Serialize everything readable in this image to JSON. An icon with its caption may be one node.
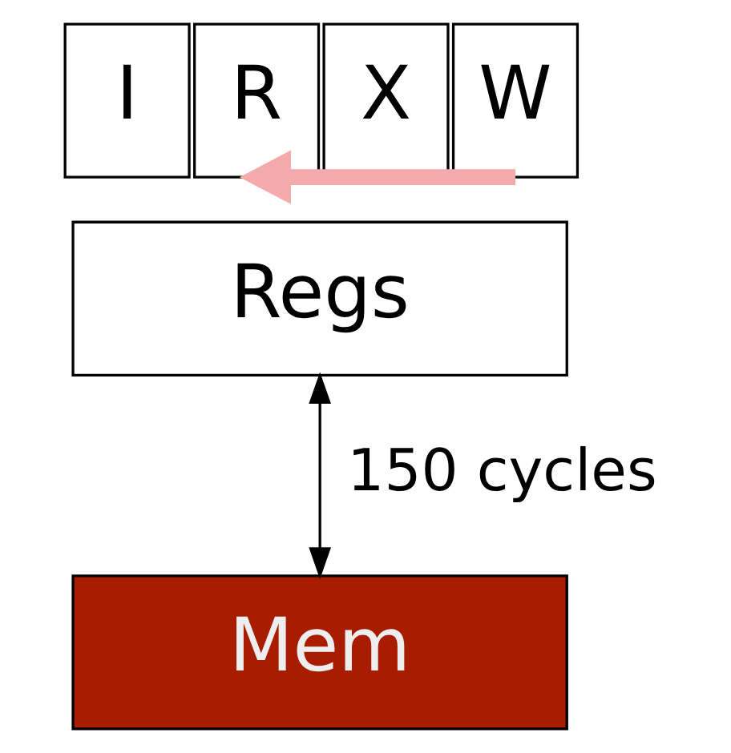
{
  "diagram": {
    "nodes": [
      {
        "text": [
          "I"
        ]
      },
      {
        "text": [
          "R"
        ]
      },
      {
        "text": [
          "X"
        ]
      },
      {
        "text": [
          "W"
        ]
      },
      {
        "text": [
          "Regs"
        ]
      },
      {
        "text": [
          "Mem"
        ]
      }
    ],
    "edges": [
      {
        "from": 3,
        "to": 1,
        "arrow": "to",
        "style": "thick",
        "color": "#f4aaaa"
      },
      {
        "from": 4,
        "to": 5,
        "arrow": "both",
        "color": "#000000",
        "label": "150 cycles"
      }
    ]
  }
}
